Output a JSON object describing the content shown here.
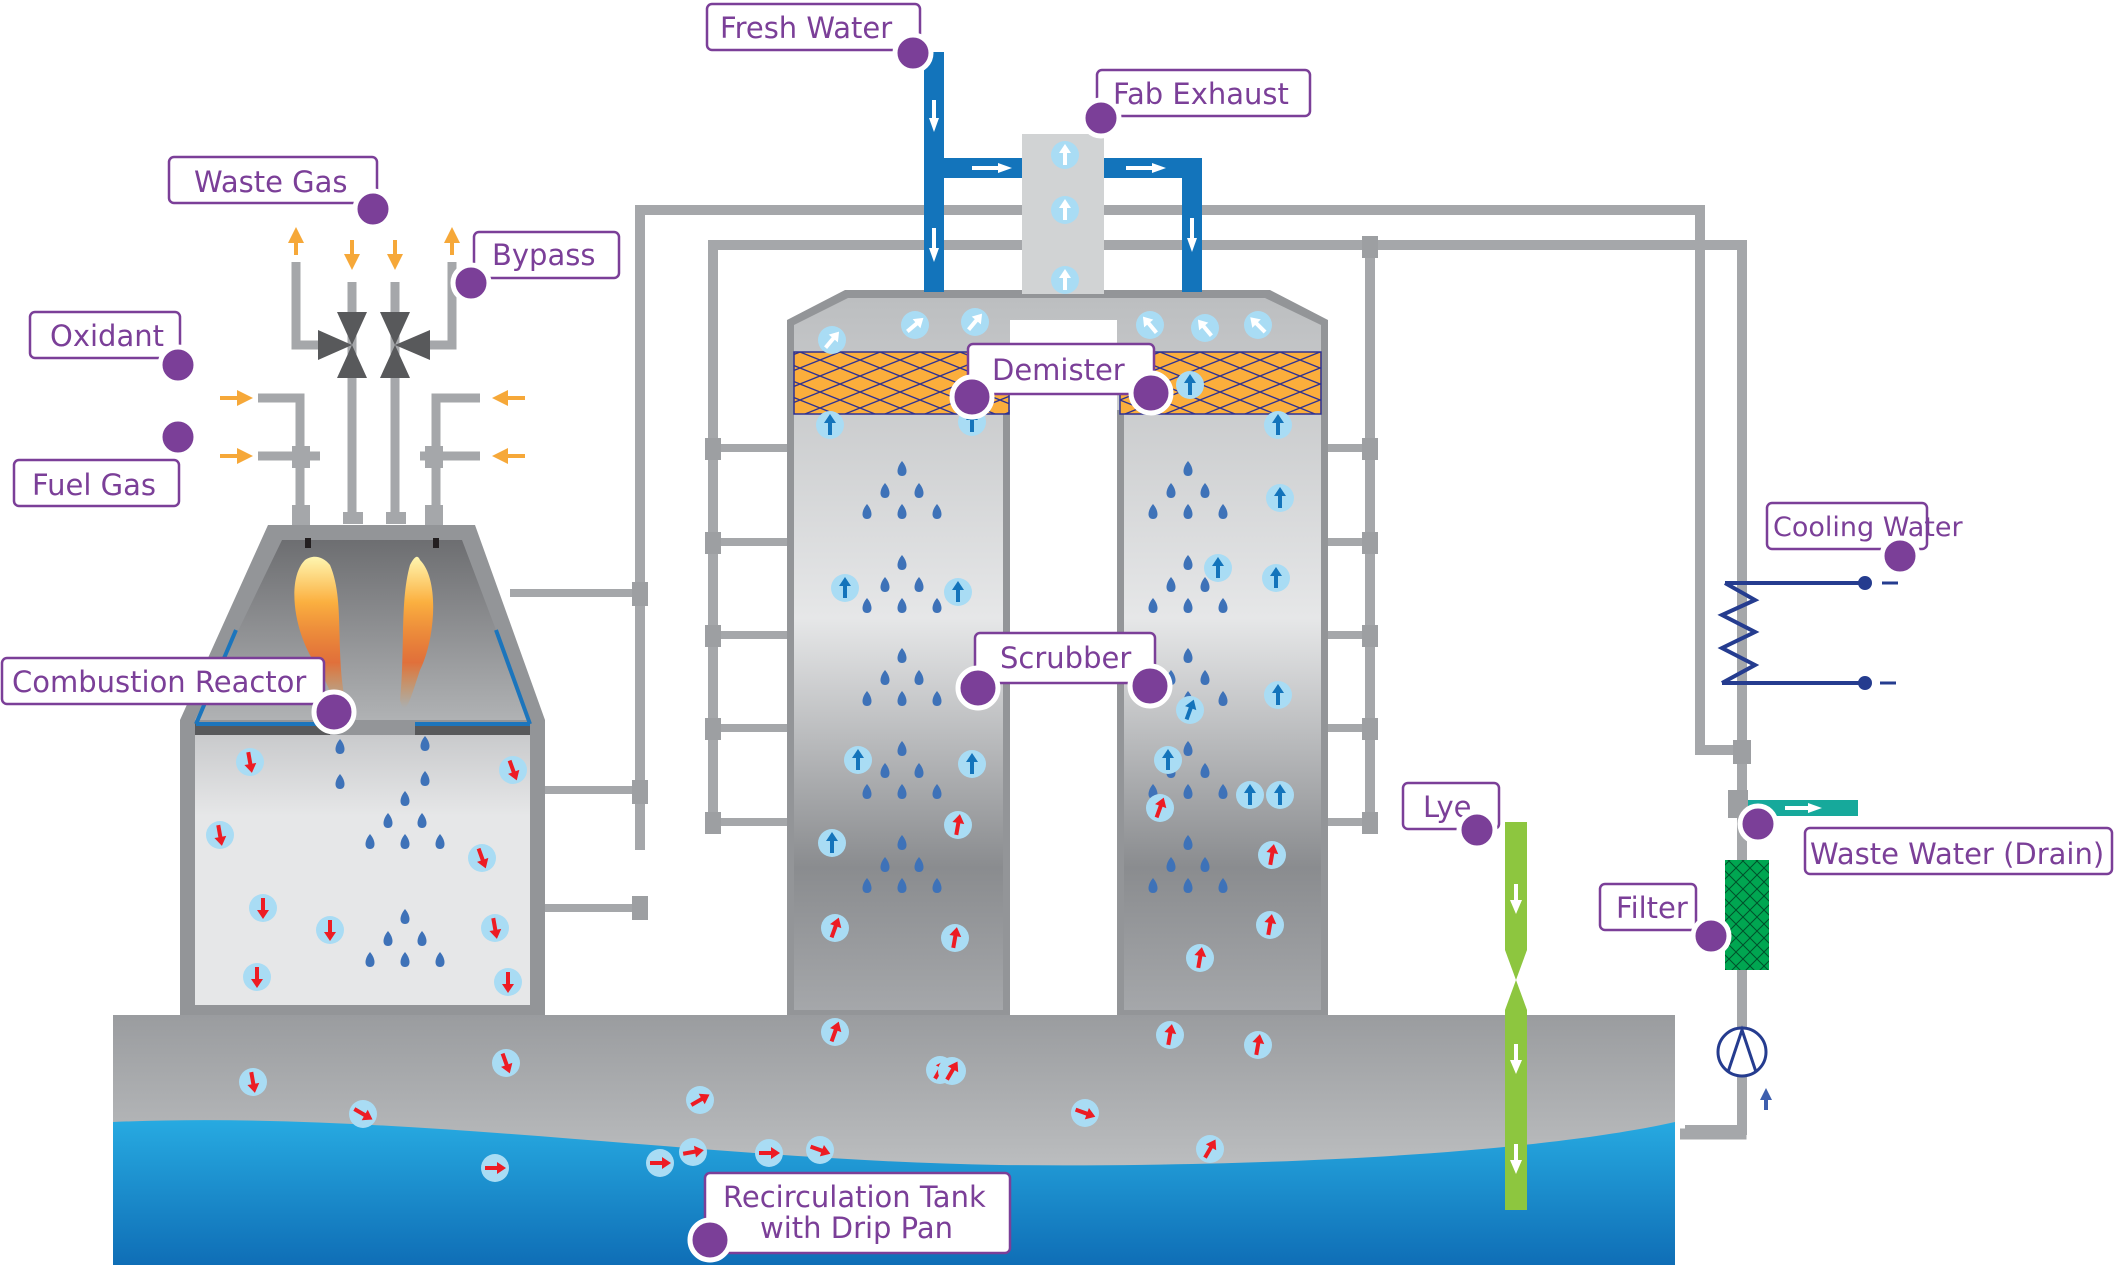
{
  "title": "Combustion-Wet Scrubber Exhaust Gas Treatment System",
  "labels": {
    "fresh_water": "Fresh Water",
    "fab_exhaust": "Fab Exhaust",
    "waste_gas": "Waste Gas",
    "bypass": "Bypass",
    "oxidant": "Oxidant",
    "fuel_gas": "Fuel Gas",
    "demister": "Demister",
    "cooling_water": "Cooling Water",
    "combustion_reactor": "Combustion Reactor",
    "scrubber": "Scrubber",
    "lye": "Lye",
    "waste_water": "Waste Water (Drain)",
    "filter": "Filter",
    "recirculation_tank_line1": "Recirculation Tank",
    "recirculation_tank_line2": "with Drip Pan"
  },
  "colors": {
    "label_purple": "#7b3f98",
    "fresh_water_blue": "#1374bb",
    "gas_arrow_orange": "#f6a839",
    "lye_green": "#8dc63f",
    "waste_water_teal": "#16a99b",
    "filter_green": "#00a651",
    "cooling_coil_navy": "#253c8f",
    "demister_orange": "#fbae3c",
    "tank_water_blue": "#1f9ddb",
    "hot_particle_red": "#ed1c24",
    "clean_particle_blue": "#1374bb"
  },
  "icons": {
    "valve": "three-way-valve-icon",
    "pump": "pump-icon",
    "heat_exchanger": "cooling-coil-icon",
    "flame": "flame-icon",
    "nozzle": "spray-nozzle-icon",
    "droplet": "water-droplet-icon",
    "flow_arrow": "flow-arrow-icon"
  }
}
